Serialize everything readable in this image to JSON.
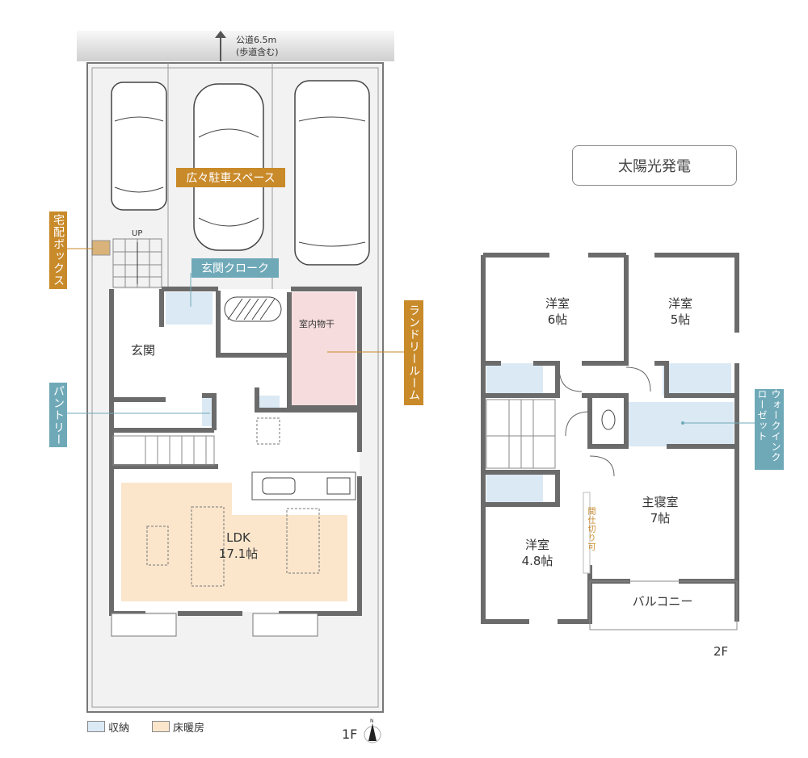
{
  "road": {
    "line1": "公道6.5m",
    "line2": "(歩道含む)"
  },
  "floor1": {
    "labels": {
      "parking": "広々駐車スペース",
      "delivery_box": "宅配ボックス",
      "entrance_cloak": "玄関クローク",
      "laundry_room": "ランドリールーム",
      "pantry": "パントリー"
    },
    "rooms": {
      "entrance": "玄関",
      "indoor_drying": "室内物干",
      "ldk_name": "LDK",
      "ldk_size": "17.1帖",
      "stair_up": "UP"
    },
    "floor_label": "1F"
  },
  "legend": {
    "storage": {
      "label": "収納",
      "color": "#dbe9f4"
    },
    "floor_heating": {
      "label": "床暖房",
      "color": "#fbe6cc"
    }
  },
  "floor2": {
    "solar_box": "太陽光発電",
    "rooms": [
      {
        "name": "洋室",
        "size": "6帖"
      },
      {
        "name": "洋室",
        "size": "5帖"
      },
      {
        "name": "主寝室",
        "size": "7帖"
      },
      {
        "name": "洋室",
        "size": "4.8帖"
      },
      {
        "name": "バルコニー",
        "size": ""
      }
    ],
    "labels": {
      "walk_in_closet": "ウォークインクローゼット",
      "partition": "間仕切り可"
    },
    "floor_label": "2F"
  },
  "colors": {
    "orange_tag": "#c98a2a",
    "teal_tag": "#6fa9b8",
    "wall": "#6b6b6b",
    "laundry_fill": "#f6dcdc",
    "storage_fill": "#dbe9f4",
    "heating_fill": "#fbe6cc"
  }
}
